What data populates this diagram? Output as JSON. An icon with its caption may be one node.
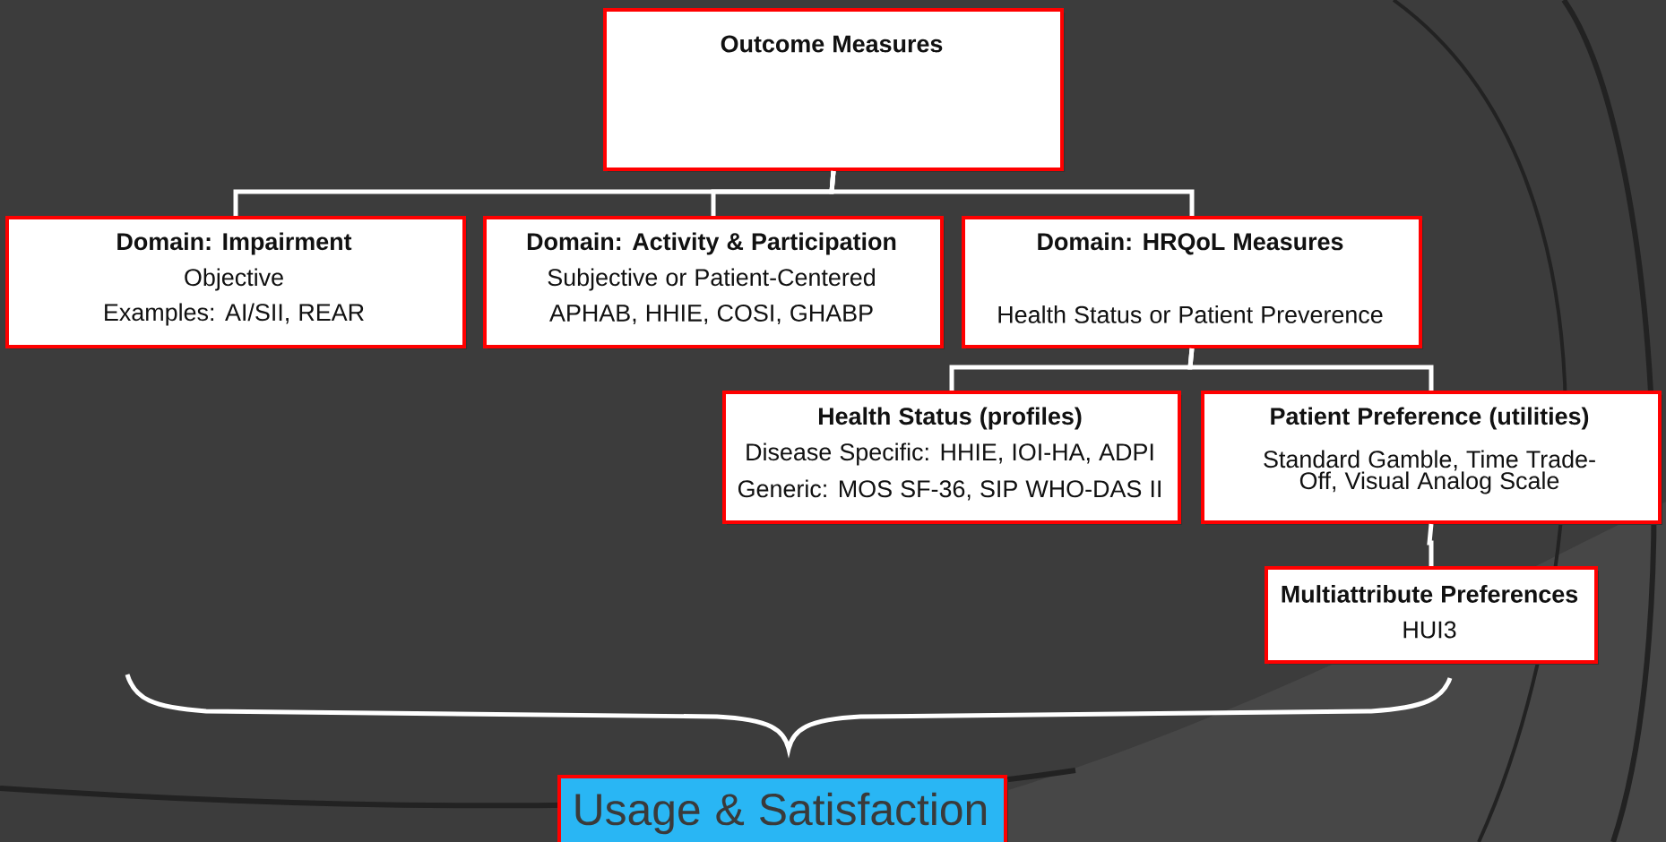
{
  "diagram": {
    "nodes": [
      {
        "text": [
          "Outcome Measures"
        ]
      },
      {
        "text": [
          "Domain: Impairment",
          "Objective",
          "Examples: AI/SII, REAR"
        ]
      },
      {
        "text": [
          "Domain: Activity & Participation",
          "Subjective or Patient-Centered",
          "APHAB, HHIE, COSI, GHABP"
        ]
      },
      {
        "text": [
          "Domain: HRQoL Measures",
          "Health Status or Patient Preverence"
        ]
      },
      {
        "text": [
          "Health Status (profiles)",
          "Disease Specific: HHIE, IOI-HA, ADPI",
          "Generic: MOS SF-36, SIP WHO-DAS II"
        ]
      },
      {
        "text": [
          "Patient Preference (utilities)",
          "Standard Gamble, Time Trade-Off, Visual Analog Scale"
        ]
      },
      {
        "text": [
          "Multiattribute Preferences",
          "HUI3"
        ]
      },
      {
        "text": [
          "Usage & Satisfaction"
        ]
      }
    ],
    "edges": [
      {
        "from": 0,
        "to": 1,
        "arrow": "none"
      },
      {
        "from": 0,
        "to": 2,
        "arrow": "none"
      },
      {
        "from": 0,
        "to": 3,
        "arrow": "none"
      },
      {
        "from": 3,
        "to": 4,
        "arrow": "none"
      },
      {
        "from": 3,
        "to": 5,
        "arrow": "none"
      },
      {
        "from": 5,
        "to": 6,
        "arrow": "none"
      }
    ]
  }
}
